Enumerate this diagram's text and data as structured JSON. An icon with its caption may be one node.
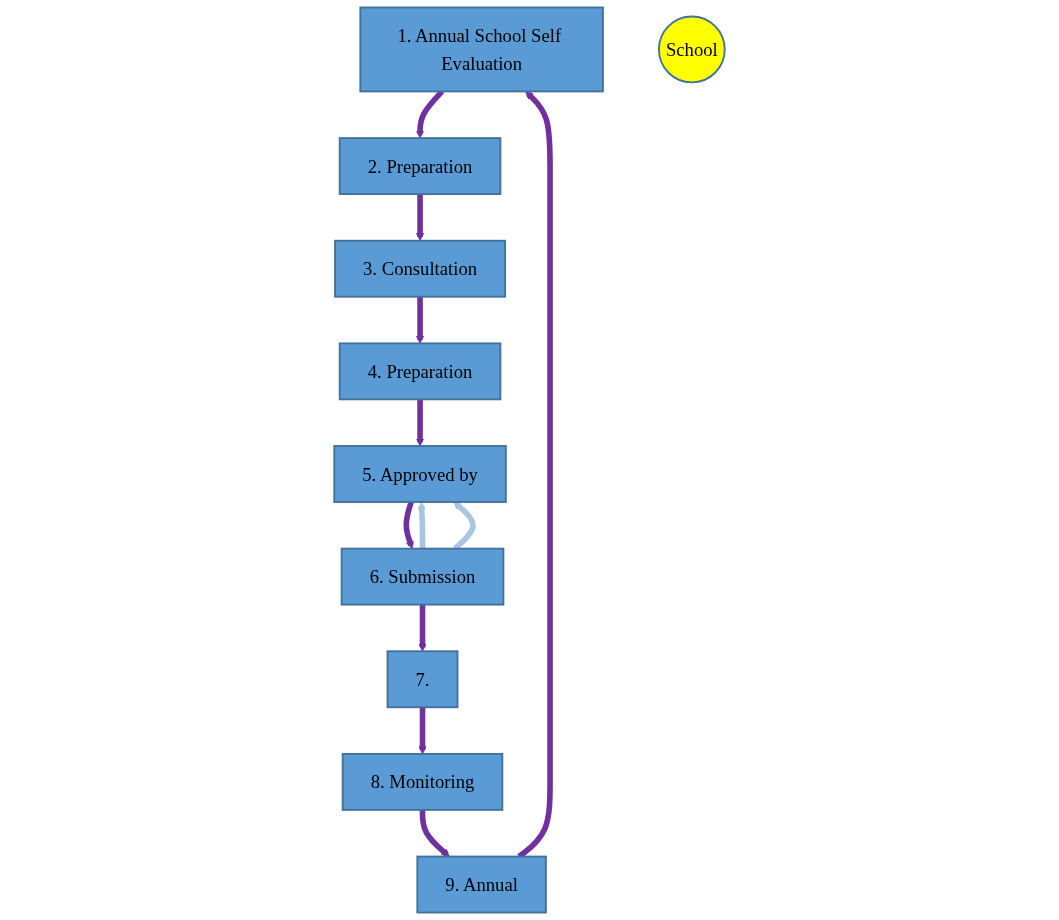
{
  "diagram": {
    "nodes": [
      {
        "text": [
          "1. Annual School Self Evaluation"
        ]
      },
      {
        "text": [
          "2. Preparation"
        ]
      },
      {
        "text": [
          "3. Consultation"
        ]
      },
      {
        "text": [
          "4. Preparation"
        ]
      },
      {
        "text": [
          "5. Approved by"
        ]
      },
      {
        "text": [
          "6. Submission"
        ]
      },
      {
        "text": [
          "7."
        ]
      },
      {
        "text": [
          "8. Monitoring"
        ]
      },
      {
        "text": [
          "9. Annual"
        ]
      },
      {
        "text": [
          "School"
        ]
      }
    ],
    "edges": [
      {
        "from": 0,
        "to": 1,
        "arrow": "to"
      },
      {
        "from": 1,
        "to": 2,
        "arrow": "to"
      },
      {
        "from": 2,
        "to": 3,
        "arrow": "to"
      },
      {
        "from": 3,
        "to": 4,
        "arrow": "to"
      },
      {
        "from": 4,
        "to": 5,
        "arrow": "to"
      },
      {
        "from": 5,
        "to": 6,
        "arrow": "to"
      },
      {
        "from": 6,
        "to": 7,
        "arrow": "to"
      },
      {
        "from": 7,
        "to": 8,
        "arrow": "to"
      },
      {
        "from": 8,
        "to": 0,
        "arrow": "to"
      },
      {
        "from": 5,
        "to": 4,
        "arrow": "to",
        "color": "#a9c5e3"
      },
      {
        "from": 5,
        "to": 4,
        "arrow": "to",
        "color": "#a9c5e3"
      }
    ]
  }
}
